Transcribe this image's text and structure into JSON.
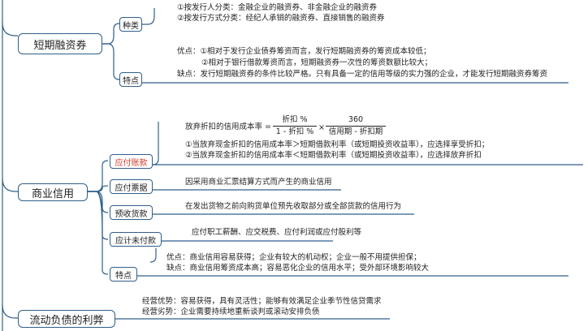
{
  "sections": {
    "short_term_financing": {
      "label": "短期融资券",
      "types": {
        "label": "种类",
        "lines": [
          "①按发行人分类：金融企业的融资券、非金融企业的融资券",
          "②按发行方式分类：经纪人承销的融资券、直接销售的融资券"
        ]
      },
      "features": {
        "label": "特点",
        "lines": [
          "优点：①相对于发行企业债券筹资而言，发行短期融资券的筹资成本较低；",
          "②相对于银行借款筹资而言，短期融资券一次性的筹资数额比较大；",
          "缺点：发行短期融资券的条件比较严格。只有具备一定的信用等级的实力强的企业，才能发行短期融资券筹资"
        ]
      }
    },
    "commercial_credit": {
      "label": "商业信用",
      "accounts_payable": {
        "label": "应付账款",
        "formula": {
          "left": "放弃折扣的信用成本率 =",
          "frac1_num": "折扣 %",
          "frac1_den": "1 - 折扣 %",
          "times": "×",
          "frac2_num": "360",
          "frac2_den": "信用期 - 折扣期"
        },
        "rules": [
          "①当放弃现金折扣的信用成本率＞短期借款利率（或短期投资收益率），应选择享受折扣；",
          "②当放弃现金折扣的信用成本率＜短期借款利率（或短期投资收益率），应选择放弃折扣"
        ]
      },
      "notes_payable": {
        "label": "应付票据",
        "text": "因采用商业汇票结算方式而产生的商业信用"
      },
      "advance_receipts": {
        "label": "预收货款",
        "text": "在发出货物之前向购货单位预先收取部分或全部货款的信用行为"
      },
      "accrued_expenses": {
        "label": "应计未付款",
        "text": "应付职工薪酬、应交税费、应付利润或应付股利等"
      },
      "features": {
        "label": "特点",
        "lines": [
          "优点：商业信用容易获得；企业有较大的机动权；企业一般不用提供担保；",
          "缺点：商业信用筹资成本高；容易恶化企业的信用水平；受外部环境影响较大"
        ]
      }
    },
    "current_liabilities": {
      "label": "流动负债的利弊",
      "lines": [
        "经营优势：容易获得，具有灵活性；能够有效满足企业季节性信贷需求",
        "经营劣势：企业需要持续地重新谈判或滚动安排负债"
      ]
    }
  },
  "colors": {
    "line": "#2f5f8a",
    "highlight": "#d23a2a"
  }
}
